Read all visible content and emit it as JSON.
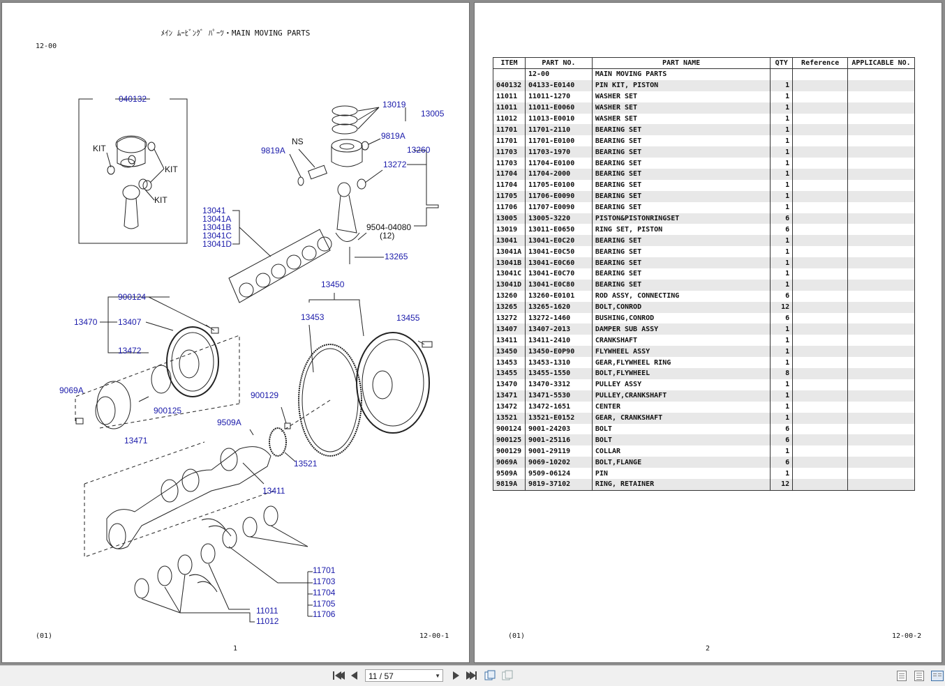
{
  "left_page": {
    "title": "ﾒｲﾝ ﾑｰﾋﾞﾝｸﾞ ﾊﾟｰﾂ・MAIN MOVING PARTS",
    "section": "12-00",
    "footer_left": "(01)",
    "footer_right": "12-00-1",
    "page_number": "1",
    "callouts": [
      "040132",
      "KIT",
      "KIT",
      "KIT",
      "13019",
      "13005",
      "NS",
      "9819A",
      "9819A",
      "13260",
      "13272",
      "13041",
      "13041A",
      "13041B",
      "13041C",
      "13041D",
      "9504-04080",
      "(12)",
      "13265",
      "13450",
      "900124",
      "13470",
      "13407",
      "13453",
      "13455",
      "13472",
      "9069A",
      "900125",
      "900129",
      "9509A",
      "13471",
      "13521",
      "13411",
      "11701",
      "11703",
      "11704",
      "11705",
      "11706",
      "11011",
      "11012"
    ]
  },
  "right_page": {
    "footer_left": "(01)",
    "footer_right": "12-00-2",
    "page_number": "2",
    "table": {
      "headers": [
        "ITEM",
        "PART NO.",
        "PART NAME",
        "QTY",
        "Reference",
        "APPLICABLE NO."
      ],
      "rows": [
        [
          "",
          "12-00",
          "MAIN MOVING PARTS",
          "",
          "",
          ""
        ],
        [
          "040132",
          "04133-E0140",
          "PIN KIT, PISTON",
          "1",
          "",
          ""
        ],
        [
          "11011",
          "11011-1270",
          "WASHER SET",
          "1",
          "",
          ""
        ],
        [
          "11011",
          "11011-E0060",
          "WASHER SET",
          "1",
          "",
          ""
        ],
        [
          "11012",
          "11013-E0010",
          "WASHER SET",
          "1",
          "",
          ""
        ],
        [
          "11701",
          "11701-2110",
          "BEARING SET",
          "1",
          "",
          ""
        ],
        [
          "11701",
          "11701-E0100",
          "BEARING SET",
          "1",
          "",
          ""
        ],
        [
          "11703",
          "11703-1970",
          "BEARING SET",
          "1",
          "",
          ""
        ],
        [
          "11703",
          "11704-E0100",
          "BEARING SET",
          "1",
          "",
          ""
        ],
        [
          "11704",
          "11704-2000",
          "BEARING SET",
          "1",
          "",
          ""
        ],
        [
          "11704",
          "11705-E0100",
          "BEARING SET",
          "1",
          "",
          ""
        ],
        [
          "11705",
          "11706-E0090",
          "BEARING SET",
          "1",
          "",
          ""
        ],
        [
          "11706",
          "11707-E0090",
          "BEARING SET",
          "1",
          "",
          ""
        ],
        [
          "13005",
          "13005-3220",
          "PISTON&PISTONRINGSET",
          "6",
          "",
          ""
        ],
        [
          "13019",
          "13011-E0650",
          "RING SET, PISTON",
          "6",
          "",
          ""
        ],
        [
          "13041",
          "13041-E0C20",
          "BEARING SET",
          "1",
          "",
          ""
        ],
        [
          "13041A",
          "13041-E0C50",
          "BEARING SET",
          "1",
          "",
          ""
        ],
        [
          "13041B",
          "13041-E0C60",
          "BEARING SET",
          "1",
          "",
          ""
        ],
        [
          "13041C",
          "13041-E0C70",
          "BEARING SET",
          "1",
          "",
          ""
        ],
        [
          "13041D",
          "13041-E0C80",
          "BEARING SET",
          "1",
          "",
          ""
        ],
        [
          "13260",
          "13260-E0101",
          "ROD ASSY, CONNECTING",
          "6",
          "",
          ""
        ],
        [
          "13265",
          "13265-1620",
          "BOLT,CONROD",
          "12",
          "",
          ""
        ],
        [
          "13272",
          "13272-1460",
          "BUSHING,CONROD",
          "6",
          "",
          ""
        ],
        [
          "13407",
          "13407-2013",
          "DAMPER SUB ASSY",
          "1",
          "",
          ""
        ],
        [
          "13411",
          "13411-2410",
          "CRANKSHAFT",
          "1",
          "",
          ""
        ],
        [
          "13450",
          "13450-E0P90",
          "FLYWHEEL ASSY",
          "1",
          "",
          ""
        ],
        [
          "13453",
          "13453-1310",
          "GEAR,FLYWHEEL RING",
          "1",
          "",
          ""
        ],
        [
          "13455",
          "13455-1550",
          "BOLT,FLYWHEEL",
          "8",
          "",
          ""
        ],
        [
          "13470",
          "13470-3312",
          "PULLEY ASSY",
          "1",
          "",
          ""
        ],
        [
          "13471",
          "13471-5530",
          "PULLEY,CRANKSHAFT",
          "1",
          "",
          ""
        ],
        [
          "13472",
          "13472-1651",
          "CENTER",
          "1",
          "",
          ""
        ],
        [
          "13521",
          "13521-E0152",
          "GEAR, CRANKSHAFT",
          "1",
          "",
          ""
        ],
        [
          "900124",
          "9001-24203",
          "BOLT",
          "6",
          "",
          ""
        ],
        [
          "900125",
          "9001-25116",
          "BOLT",
          "6",
          "",
          ""
        ],
        [
          "900129",
          "9001-29119",
          "COLLAR",
          "1",
          "",
          ""
        ],
        [
          "9069A",
          "9069-10202",
          "BOLT,FLANGE",
          "6",
          "",
          ""
        ],
        [
          "9509A",
          "9509-06124",
          "PIN",
          "1",
          "",
          ""
        ],
        [
          "9819A",
          "9819-37102",
          "RING, RETAINER",
          "12",
          "",
          ""
        ]
      ]
    }
  },
  "toolbar": {
    "page_indicator": "11 / 57",
    "buttons": [
      "first-page-icon",
      "previous-page-icon",
      "next-page-icon",
      "last-page-icon",
      "fit-page-icon",
      "fit-width-icon",
      "single-page-icon",
      "continuous-icon",
      "two-page-icon"
    ]
  }
}
